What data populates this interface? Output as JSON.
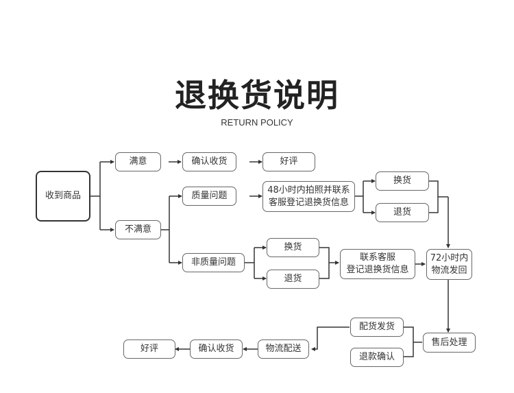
{
  "header": {
    "title": "退换货说明",
    "subtitle": "RETURN POLICY"
  },
  "nodes": {
    "received": "收到商品",
    "satisfied": "满意",
    "confirm_receipt_1": "确认收货",
    "good_review_1": "好评",
    "unsatisfied": "不满意",
    "quality_issue": "质量问题",
    "photo_contact": "48小时内拍照并联系\n客服登记退换货信息",
    "exchange_1": "换货",
    "return_1": "退货",
    "non_quality_issue": "非质量问题",
    "exchange_2": "换货",
    "return_2": "退货",
    "contact_service": "联系客服\n登记退换货信息",
    "ship_back": "72小时内\n物流发回",
    "after_sales": "售后处理",
    "reship": "配货发货",
    "refund_confirm": "退款确认",
    "logistics": "物流配送",
    "confirm_receipt_2": "确认收货",
    "good_review_2": "好评"
  }
}
